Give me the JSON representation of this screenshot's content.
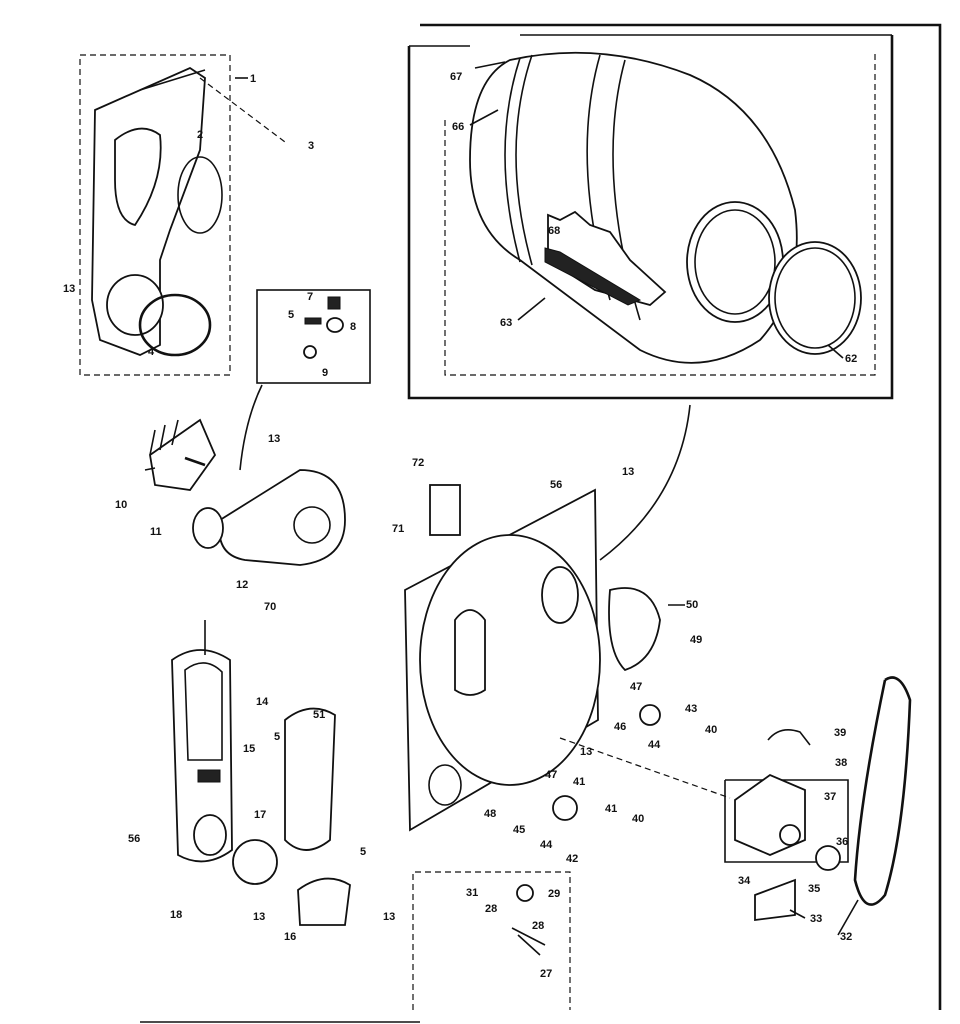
{
  "labels": {
    "l1": "1",
    "l2": "2",
    "l3": "3",
    "l4": "4",
    "l5a": "5",
    "l5b": "5",
    "l5c": "5",
    "l7": "7",
    "l8": "8",
    "l9": "9",
    "l10": "10",
    "l11": "11",
    "l12": "12",
    "l13a": "13",
    "l13b": "13",
    "l13c": "13",
    "l13d": "13",
    "l13e": "13",
    "l13f": "13",
    "l14": "14",
    "l15": "15",
    "l16": "16",
    "l17": "17",
    "l18": "18",
    "l27": "27",
    "l28a": "28",
    "l28b": "28",
    "l29": "29",
    "l31": "31",
    "l32": "32",
    "l33": "33",
    "l34": "34",
    "l35": "35",
    "l36": "36",
    "l37": "37",
    "l38": "38",
    "l39": "39",
    "l40a": "40",
    "l40b": "40",
    "l41a": "41",
    "l41b": "41",
    "l42": "42",
    "l43": "43",
    "l44a": "44",
    "l44b": "44",
    "l45": "45",
    "l46": "46",
    "l47a": "47",
    "l47b": "47",
    "l48": "48",
    "l49": "49",
    "l50": "50",
    "l51": "51",
    "l56a": "56",
    "l56b": "56",
    "l62": "62",
    "l63": "63",
    "l66": "66",
    "l67": "67",
    "l68": "68",
    "l70": "70",
    "l71": "71",
    "l72": "72"
  }
}
